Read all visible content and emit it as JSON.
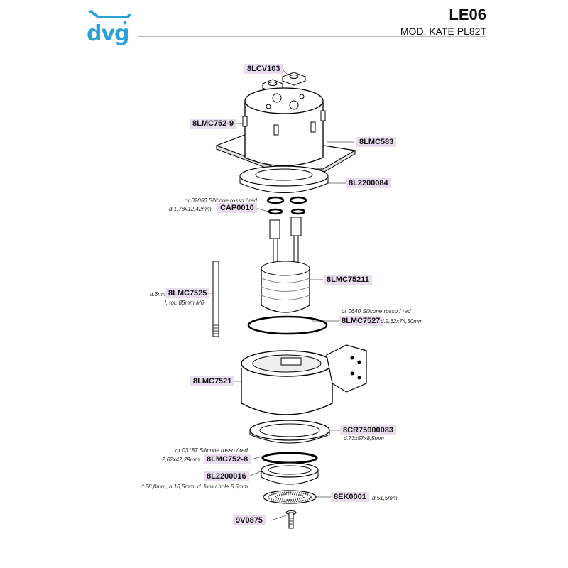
{
  "header": {
    "brand": "dvg",
    "code": "LE06",
    "model": "MOD. KATE PL82T"
  },
  "parts": {
    "p1": "8LCV103",
    "p2": "8LMC752-9",
    "p3": "8LMC583",
    "p4": "8L2200084",
    "p5": "CAP0010",
    "p6": "8LMC75211",
    "p7": "8LMC7525",
    "p8": "8LMC7527",
    "p9": "8LMC7521",
    "p10": "8CR75000083",
    "p11": "8LMC752-8",
    "p12": "8L2200016",
    "p13": "8EK0001",
    "p14": "9V0875"
  },
  "notes": {
    "cap_a": "or 02050 Silicone rosso / red",
    "cap_b": "d.1,78x12,42mm",
    "rod_a": "d.6mm",
    "rod_b": "l. tot. 85mm M6",
    "ring_a": "or 0640 Silicone rosso / red",
    "ring_b": "d.2,62x74,30mm",
    "cr_a": "d.73x57x8,5mm",
    "or3_a": "or 03187 Silicone rosso / red",
    "or3_b": "2,62x47,29mm",
    "disp_a": "d.58,8mm, h.10,5mm, d. foro / hole 5,5mm",
    "ek_a": "d.51,5mm"
  }
}
